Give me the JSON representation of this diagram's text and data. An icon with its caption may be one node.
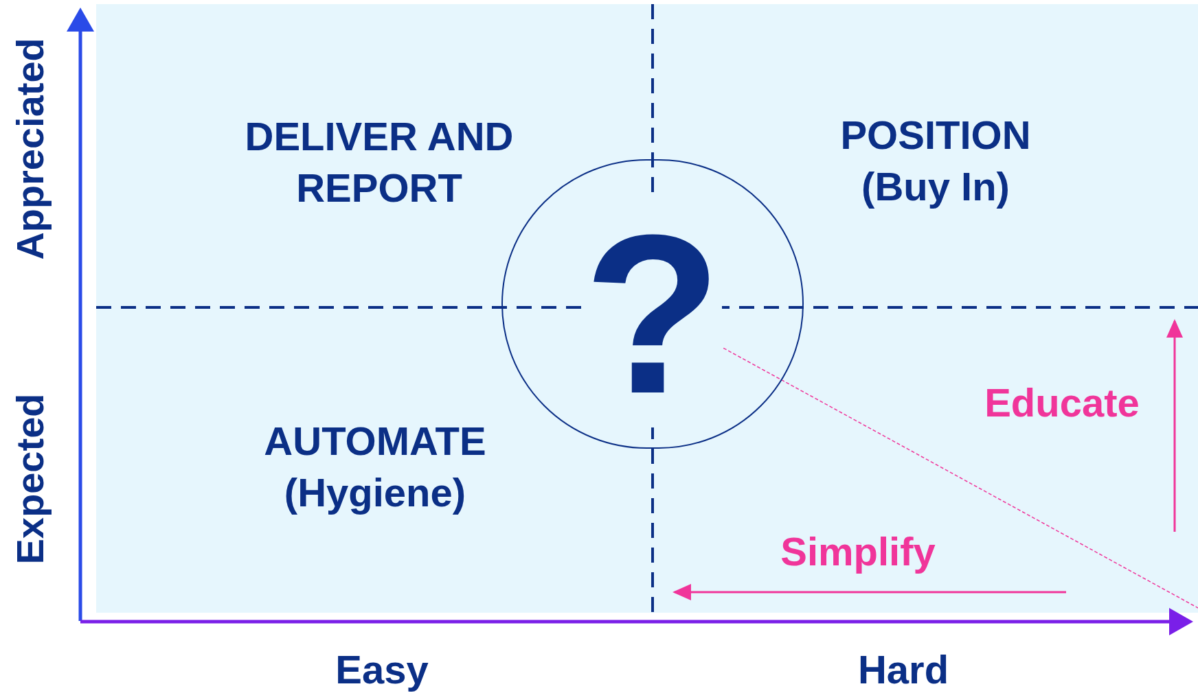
{
  "diagram": {
    "nodes": [
      {
        "text": [
          "?"
        ]
      }
    ],
    "labels": [
      "Appreciated",
      "Expected",
      "DELIVER AND REPORT",
      "POSITION (Buy In)",
      "AUTOMATE (Hygiene)",
      "Educate",
      "Simplify",
      "Easy",
      "Hard"
    ]
  }
}
